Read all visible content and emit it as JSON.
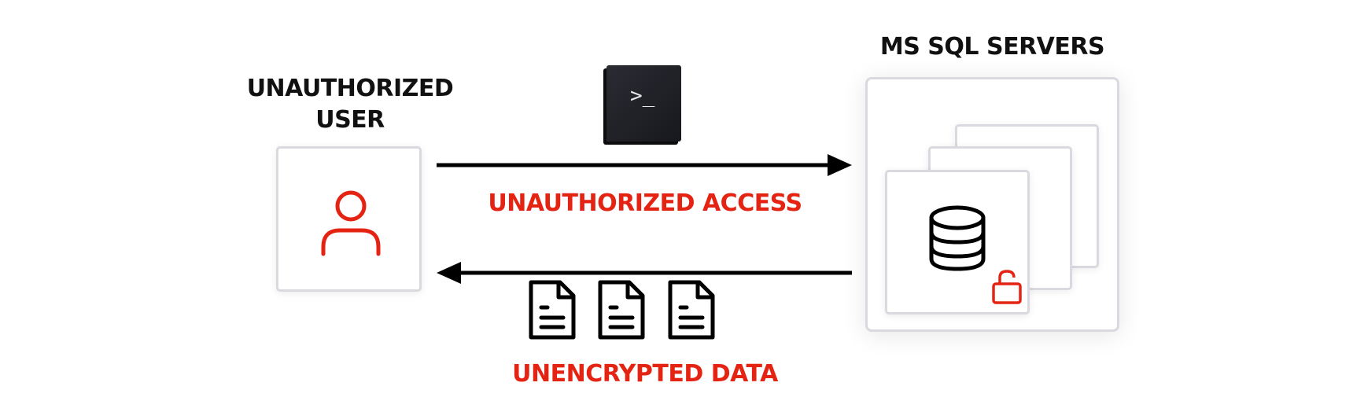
{
  "user": {
    "title_line1": "UNAUTHORIZED",
    "title_line2": "USER"
  },
  "servers": {
    "title": "MS SQL SERVERS"
  },
  "flow": {
    "request_label": "UNAUTHORIZED ACCESS",
    "response_label": "UNENCRYPTED DATA",
    "terminal_prompt": ">_"
  },
  "icons": {
    "user": "person-outline-icon",
    "terminal": "terminal-icon",
    "database": "database-icon",
    "lock": "unlocked-padlock-icon",
    "document": "document-icon"
  },
  "colors": {
    "accent": "#e42313",
    "text": "#111111",
    "border": "#d9d9df"
  }
}
